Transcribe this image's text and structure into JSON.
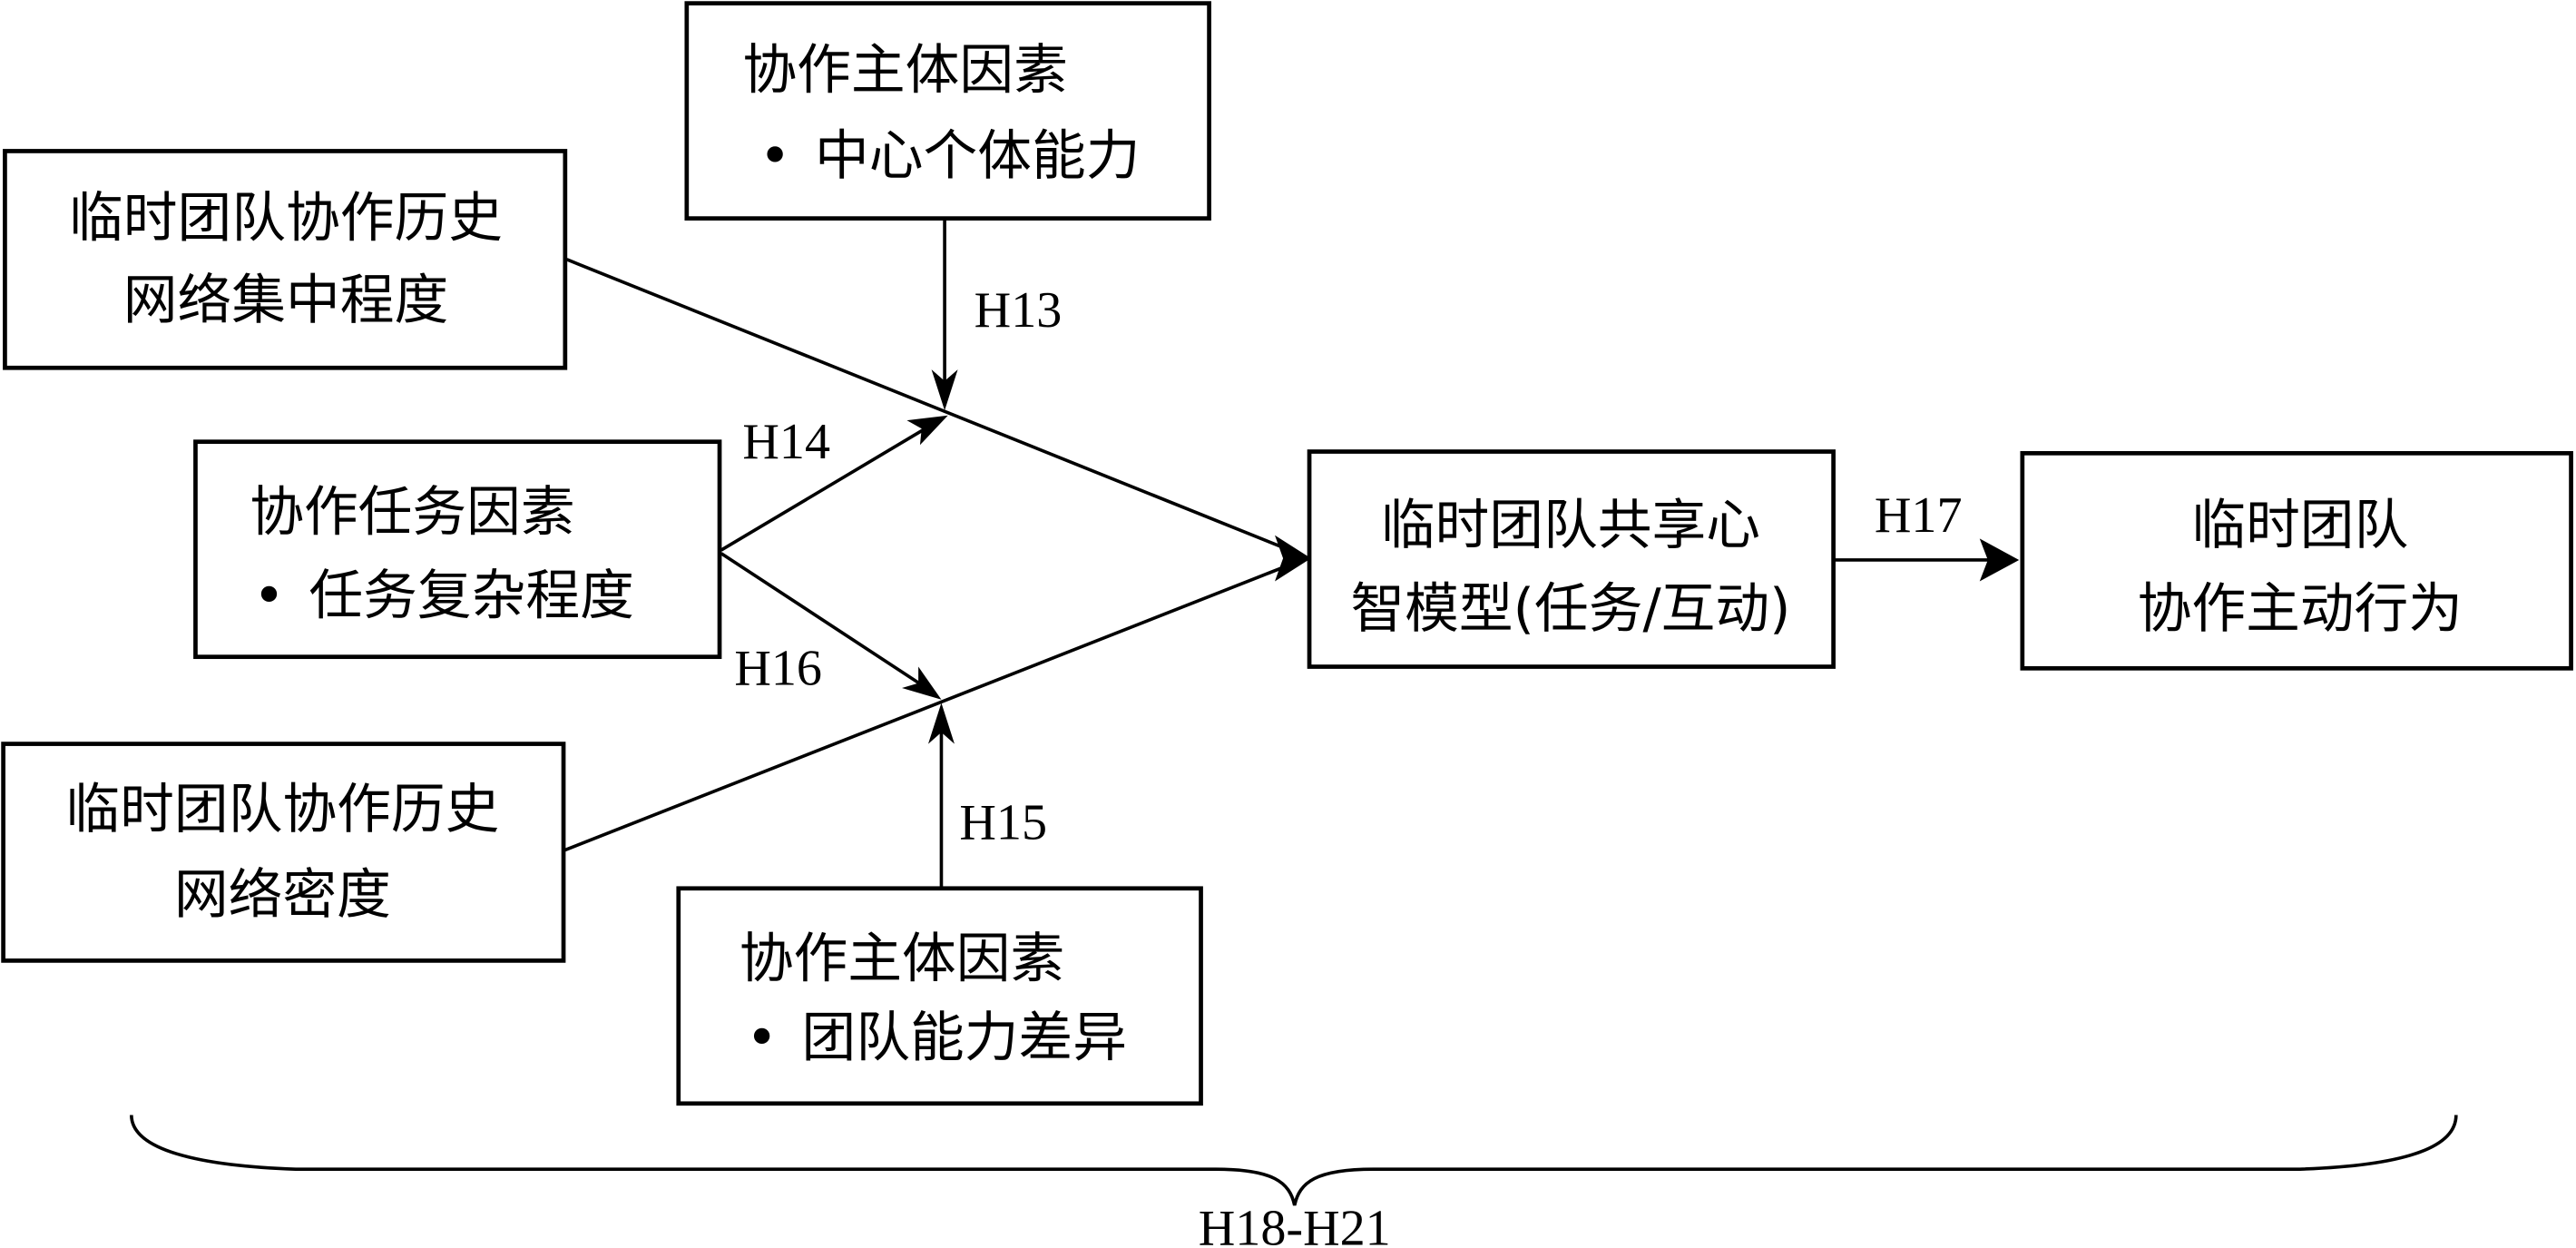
{
  "diagram": {
    "nodes": {
      "history_centrality": {
        "lines": [
          "临时团队协作历史",
          "网络集中程度"
        ]
      },
      "subject_center": {
        "title": "协作主体因素",
        "bullet": "•",
        "item": "中心个体能力"
      },
      "task_factor": {
        "title": "协作任务因素",
        "bullet": "•",
        "item": "任务复杂程度"
      },
      "history_density": {
        "lines": [
          "临时团队协作历史",
          "网络密度"
        ]
      },
      "subject_team": {
        "title": "协作主体因素",
        "bullet": "•",
        "item": "团队能力差异"
      },
      "shared_model": {
        "lines": [
          "临时团队共享心",
          "智模型(任务/互动)"
        ]
      },
      "proactive_behavior": {
        "lines": [
          "临时团队",
          "协作主动行为"
        ]
      }
    },
    "edge_labels": {
      "h13": "H13",
      "h14": "H14",
      "h15": "H15",
      "h16": "H16",
      "h17": "H17",
      "h18_21": "H18-H21"
    },
    "colors": {
      "stroke": "#000000",
      "background": "#ffffff"
    }
  }
}
